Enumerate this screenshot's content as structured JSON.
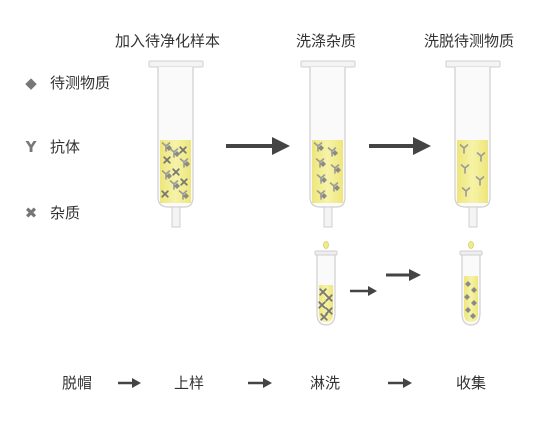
{
  "titles": {
    "load": "加入待净化样本",
    "wash": "洗涤杂质",
    "elute": "洗脱待测物质"
  },
  "legend": [
    {
      "icon": "diamond-icon",
      "label": "待测物质"
    },
    {
      "icon": "antibody-icon",
      "label": "抗体"
    },
    {
      "icon": "cross-icon",
      "label": "杂质"
    }
  ],
  "steps": [
    "脱帽",
    "上样",
    "淋洗",
    "收集"
  ],
  "colors": {
    "liquid": "#f1ec8a",
    "arrow": "#444444",
    "marker": "#8a8a8a",
    "tube_outline": "#c8c8c8"
  }
}
